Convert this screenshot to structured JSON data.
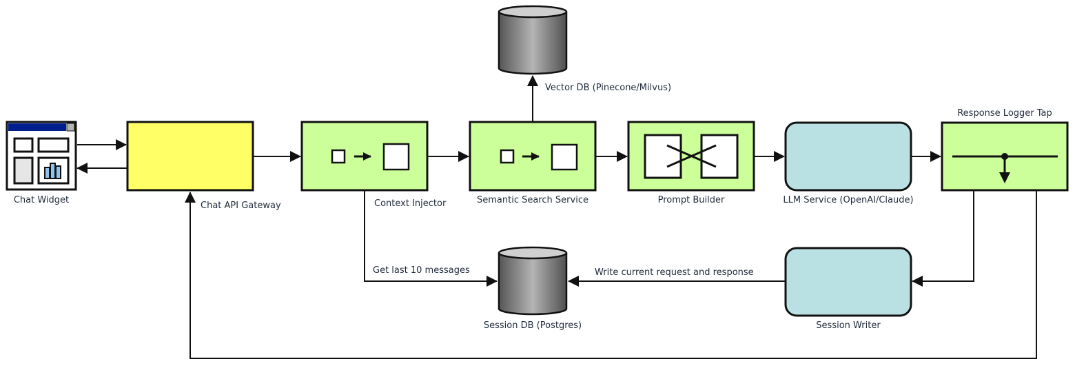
{
  "diagram": {
    "nodes": [
      {
        "id": "chat-widget",
        "label": "Chat Widget",
        "kind": "ui-widget"
      },
      {
        "id": "chat-api-gateway",
        "label": "Chat API Gateway",
        "kind": "gateway",
        "color": "#ffff66"
      },
      {
        "id": "context-injector",
        "label": "Context Injector",
        "kind": "content-enricher",
        "color": "#ccff99"
      },
      {
        "id": "semantic-search-service",
        "label": "Semantic Search Service",
        "kind": "content-enricher",
        "color": "#ccff99"
      },
      {
        "id": "prompt-builder",
        "label": "Prompt Builder",
        "kind": "translator",
        "color": "#ccff99"
      },
      {
        "id": "llm-service",
        "label": "LLM Service (OpenAI/Claude)",
        "kind": "service",
        "color": "#b9e0e3"
      },
      {
        "id": "response-logger-tap",
        "label": "Response Logger Tap",
        "kind": "wire-tap",
        "color": "#ccff99"
      },
      {
        "id": "vector-db",
        "label": "Vector DB (Pinecone/Milvus)",
        "kind": "database"
      },
      {
        "id": "session-db",
        "label": "Session DB (Postgres)",
        "kind": "database"
      },
      {
        "id": "session-writer",
        "label": "Session Writer",
        "kind": "service",
        "color": "#b9e0e3"
      }
    ],
    "edges": [
      {
        "from": "chat-widget",
        "to": "chat-api-gateway",
        "label": ""
      },
      {
        "from": "chat-api-gateway",
        "to": "chat-widget",
        "label": ""
      },
      {
        "from": "chat-api-gateway",
        "to": "context-injector",
        "label": ""
      },
      {
        "from": "context-injector",
        "to": "semantic-search-service",
        "label": ""
      },
      {
        "from": "semantic-search-service",
        "to": "vector-db",
        "label": ""
      },
      {
        "from": "semantic-search-service",
        "to": "prompt-builder",
        "label": ""
      },
      {
        "from": "prompt-builder",
        "to": "llm-service",
        "label": ""
      },
      {
        "from": "llm-service",
        "to": "response-logger-tap",
        "label": ""
      },
      {
        "from": "context-injector",
        "to": "session-db",
        "label": "Get last 10 messages"
      },
      {
        "from": "session-writer",
        "to": "session-db",
        "label": "Write current request and response"
      },
      {
        "from": "response-logger-tap",
        "to": "session-writer",
        "label": ""
      },
      {
        "from": "response-logger-tap",
        "to": "chat-api-gateway",
        "label": ""
      }
    ],
    "colors": {
      "widget_titlebar": "#001f8f",
      "widget_chart_bars": "#8ec5f0",
      "widget_panel": "#e6e6e6",
      "stroke": "#111111",
      "label_text": "#1f2a3a"
    }
  }
}
